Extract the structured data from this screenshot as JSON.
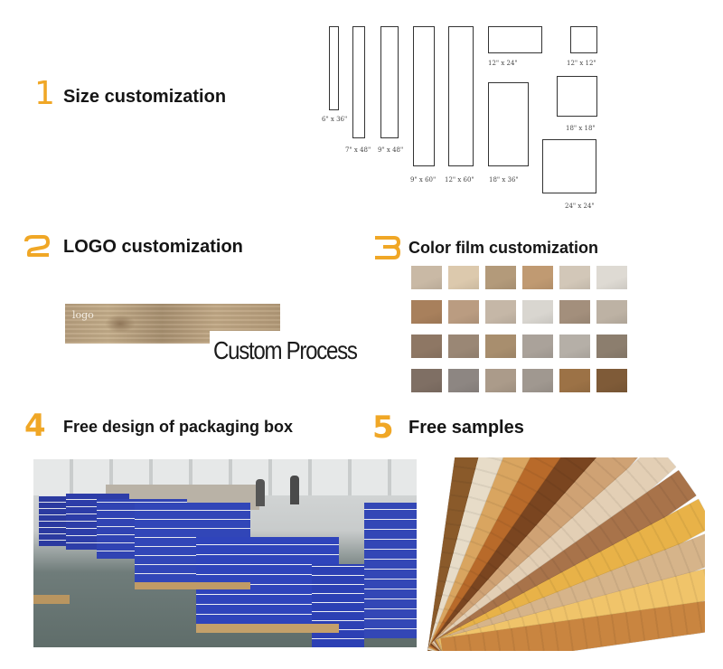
{
  "sections": {
    "size": {
      "number": "1",
      "title": "Size customization",
      "tiles": [
        {
          "label": "6\" x 36\""
        },
        {
          "label": "7\" x 48\""
        },
        {
          "label": "9\" x 48\""
        },
        {
          "label": "9\" x 60\""
        },
        {
          "label": "12\" x 60\""
        },
        {
          "label": "12\" x 24\""
        },
        {
          "label": "18\" x 36\""
        },
        {
          "label": "12\" x 12\""
        },
        {
          "label": "18\" x 18\""
        },
        {
          "label": "24\" x 24\""
        }
      ]
    },
    "logo": {
      "number": "2",
      "title": "LOGO customization",
      "plank_text": "logo",
      "process_text": "Custom Process"
    },
    "color": {
      "number": "3",
      "title": "Color film customization",
      "swatches": [
        "#c9b9a5",
        "#dcc9ad",
        "#b39a7a",
        "#c09a72",
        "#d2c7b8",
        "#dedad3",
        "#a8805c",
        "#ba9c81",
        "#c5b7a7",
        "#d9d6d0",
        "#a38f7c",
        "#bdb2a4",
        "#8e7764",
        "#9a8775",
        "#a88e6e",
        "#aaa29a",
        "#b5afa7",
        "#8c7e6e",
        "#7f6f64",
        "#8d8682",
        "#ab9b8a",
        "#a09890",
        "#9c7246",
        "#7f5b38"
      ]
    },
    "packaging": {
      "number": "4",
      "title": "Free design of packaging box"
    },
    "samples": {
      "number": "5",
      "title": "Free samples",
      "plank_colors": [
        "#8a5a2a",
        "#e7dcc8",
        "#d9a560",
        "#b86a2a",
        "#7a4520",
        "#cfa274",
        "#e3cfb5",
        "#a8734a",
        "#e8b248",
        "#d6b48a",
        "#f0c46a",
        "#c98540"
      ]
    }
  }
}
